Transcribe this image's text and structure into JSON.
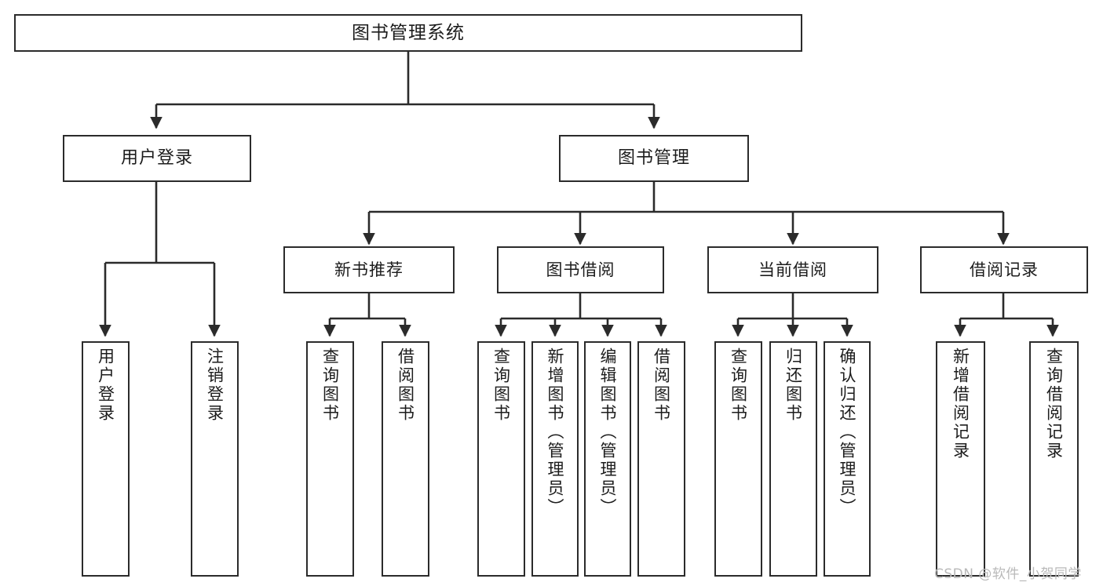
{
  "diagram": {
    "title": "图书管理系统",
    "type": "functional-structure-tree",
    "watermark": "CSDN @软件_小贺同学",
    "colors": {
      "stroke": "#2b2b2b",
      "fill": "#ffffff",
      "text": "#1c1c1c",
      "watermark": "#b9b9b9"
    },
    "root": {
      "label": "图书管理系统"
    },
    "level1": [
      {
        "id": "user-login",
        "label": "用户登录"
      },
      {
        "id": "book-manage",
        "label": "图书管理"
      }
    ],
    "level2": [
      {
        "id": "new-book-recommend",
        "label": "新书推荐"
      },
      {
        "id": "book-borrow",
        "label": "图书借阅"
      },
      {
        "id": "current-borrow",
        "label": "当前借阅"
      },
      {
        "id": "borrow-record",
        "label": "借阅记录"
      }
    ],
    "leaves": {
      "user_login": [
        {
          "id": "leaf-user-login",
          "label": "用户登录"
        },
        {
          "id": "leaf-logout-login",
          "label": "注销登录"
        }
      ],
      "new_book_recommend": [
        {
          "id": "leaf-query-book-1",
          "label": "查询图书"
        },
        {
          "id": "leaf-borrow-book-1",
          "label": "借阅图书"
        }
      ],
      "book_borrow": [
        {
          "id": "leaf-query-book-2",
          "label": "查询图书"
        },
        {
          "id": "leaf-add-book",
          "label": "新增图书（管理员）"
        },
        {
          "id": "leaf-edit-book",
          "label": "编辑图书（管理员）"
        },
        {
          "id": "leaf-borrow-book-2",
          "label": "借阅图书"
        }
      ],
      "current_borrow": [
        {
          "id": "leaf-query-book-3",
          "label": "查询图书"
        },
        {
          "id": "leaf-return-book",
          "label": "归还图书"
        },
        {
          "id": "leaf-confirm-return",
          "label": "确认归还（管理员）"
        }
      ],
      "borrow_record": [
        {
          "id": "leaf-add-record",
          "label": "新增借阅记录"
        },
        {
          "id": "leaf-query-record",
          "label": "查询借阅记录"
        }
      ]
    }
  }
}
